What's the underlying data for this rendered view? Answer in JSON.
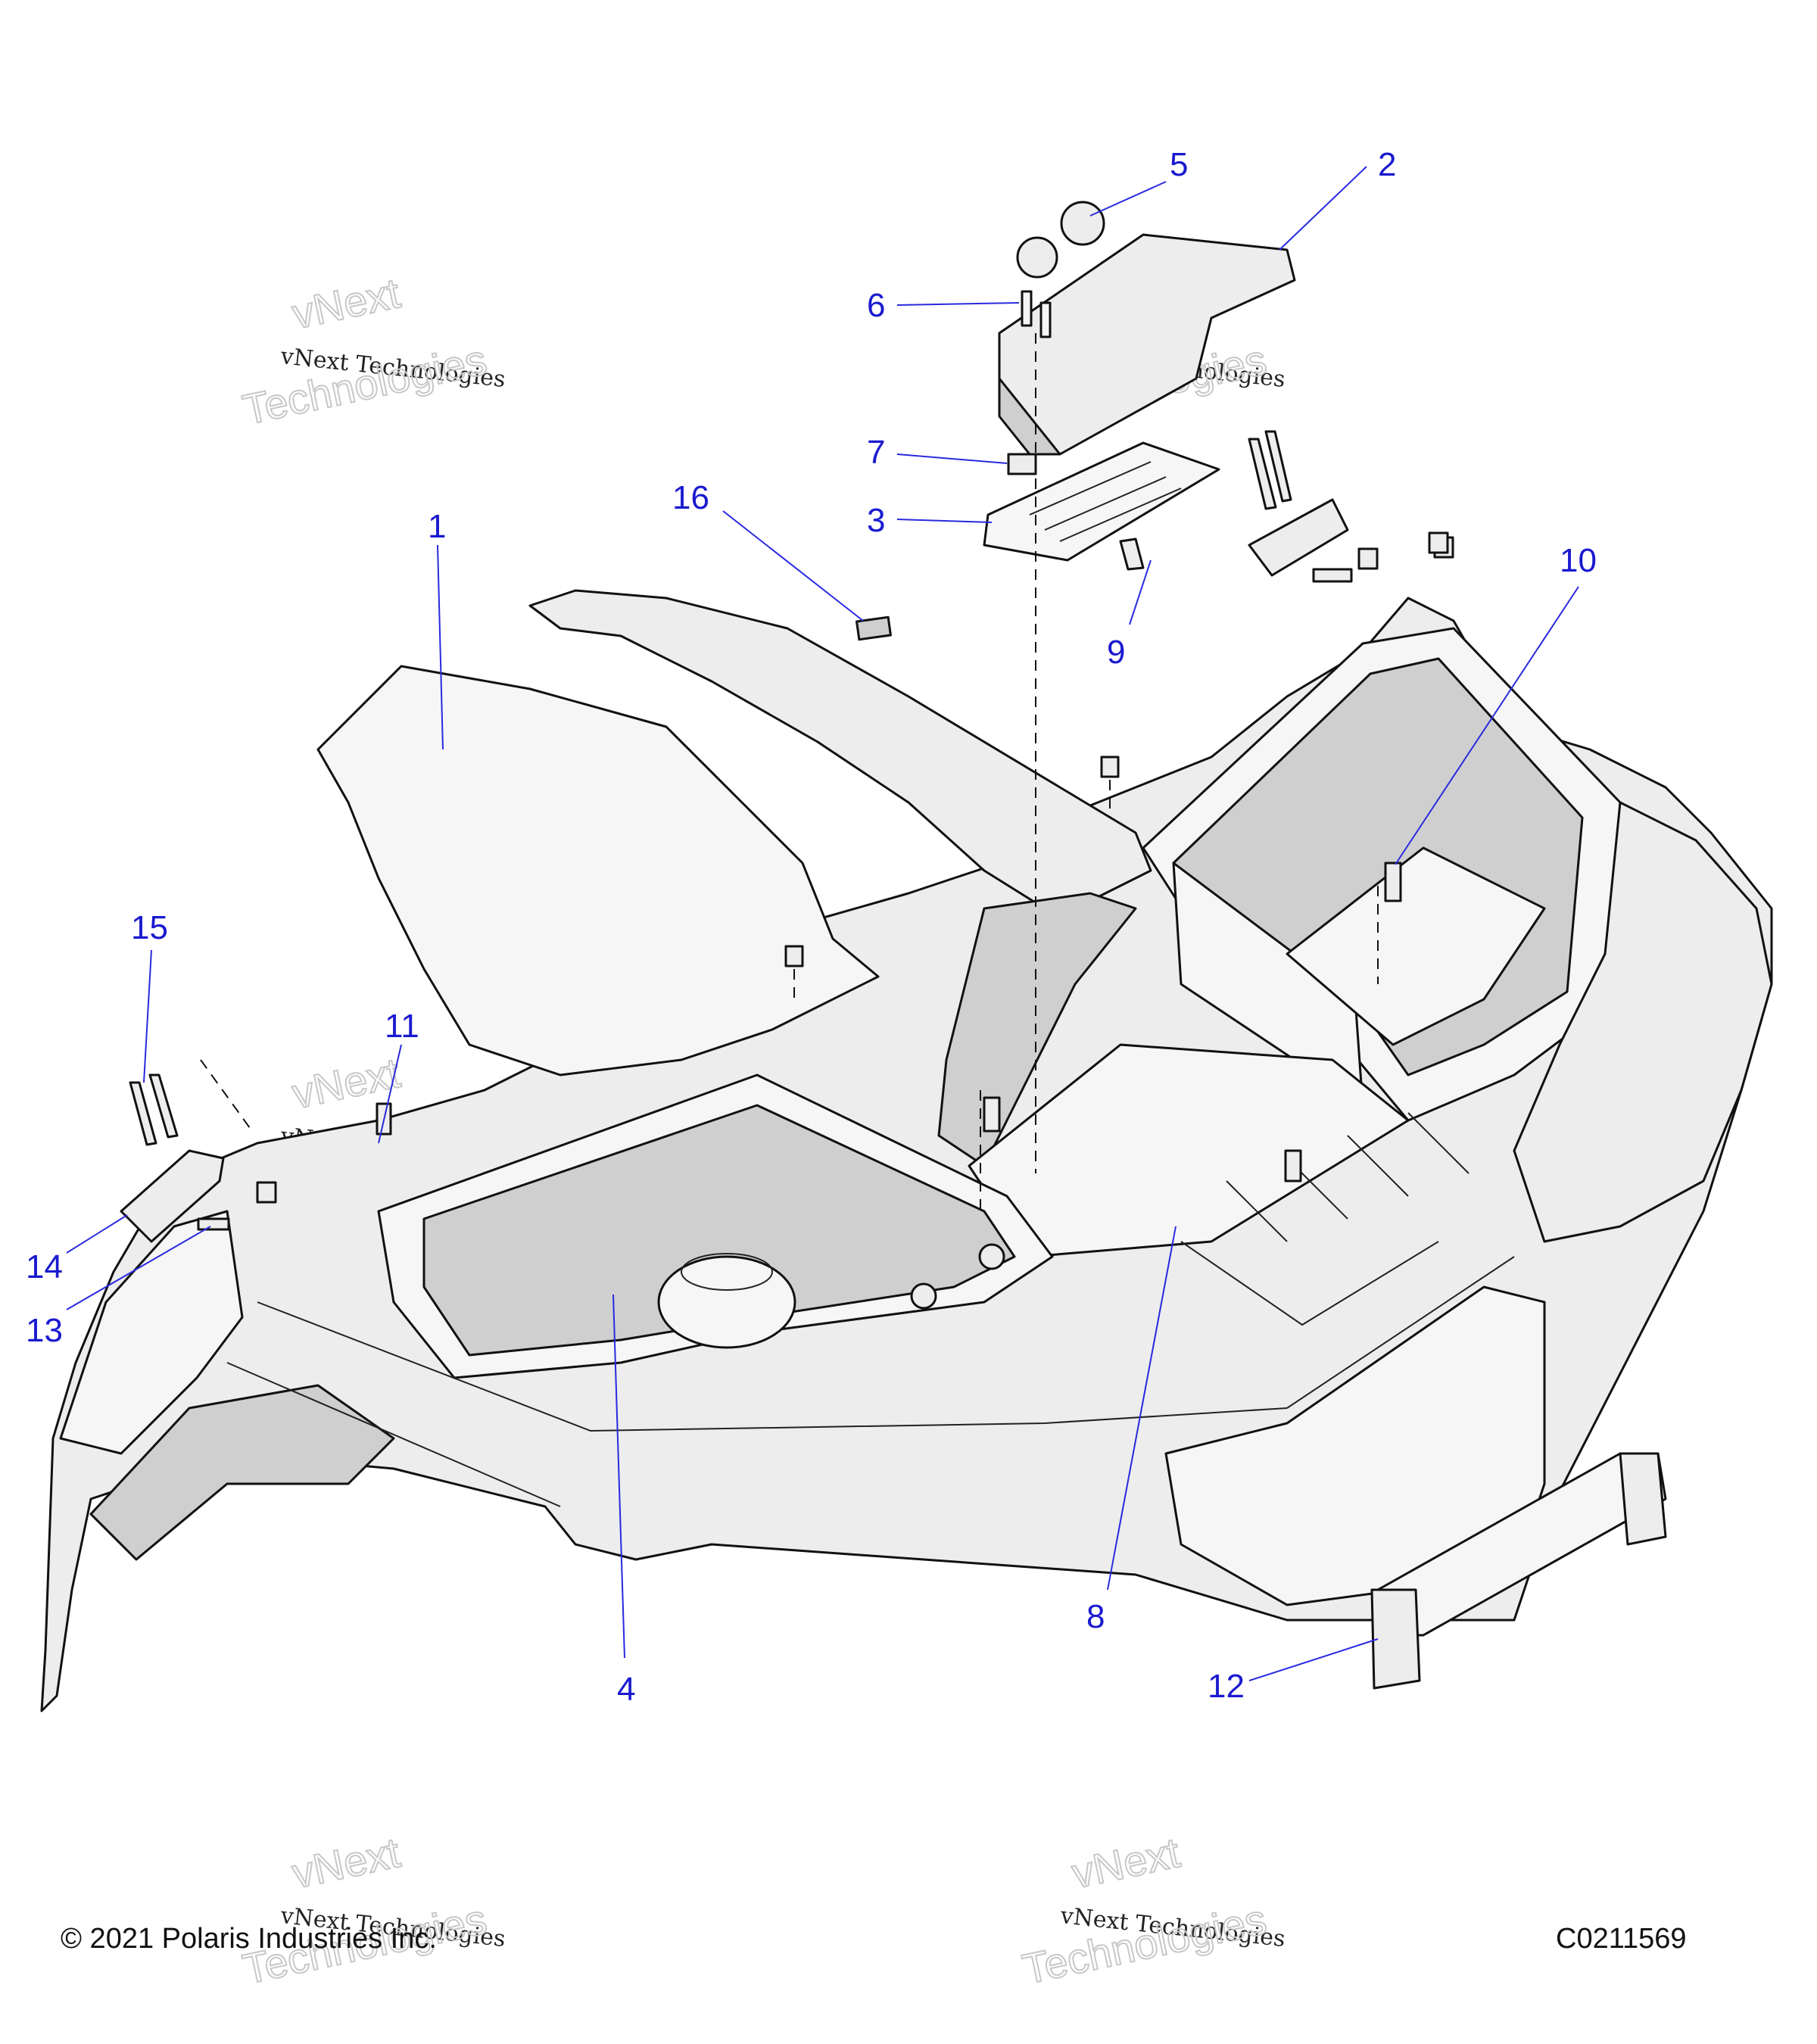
{
  "callouts": [
    {
      "id": "1",
      "text": "1"
    },
    {
      "id": "2",
      "text": "2"
    },
    {
      "id": "3",
      "text": "3"
    },
    {
      "id": "4",
      "text": "4"
    },
    {
      "id": "5",
      "text": "5"
    },
    {
      "id": "6",
      "text": "6"
    },
    {
      "id": "7",
      "text": "7"
    },
    {
      "id": "8",
      "text": "8"
    },
    {
      "id": "9",
      "text": "9"
    },
    {
      "id": "10",
      "text": "10"
    },
    {
      "id": "11",
      "text": "11"
    },
    {
      "id": "12",
      "text": "12"
    },
    {
      "id": "13",
      "text": "13"
    },
    {
      "id": "14",
      "text": "14"
    },
    {
      "id": "15",
      "text": "15"
    },
    {
      "id": "16",
      "text": "16"
    }
  ],
  "watermark": {
    "line1": "vNext Technologies",
    "line2": "vNext",
    "line3": "Technologies"
  },
  "footer": {
    "copyright": "© 2021 Polaris Industries Inc.",
    "figure_code": "C0211569"
  },
  "colors": {
    "callout": "#1a1ad0",
    "line_art": "#111111",
    "fill": "#ededed"
  }
}
